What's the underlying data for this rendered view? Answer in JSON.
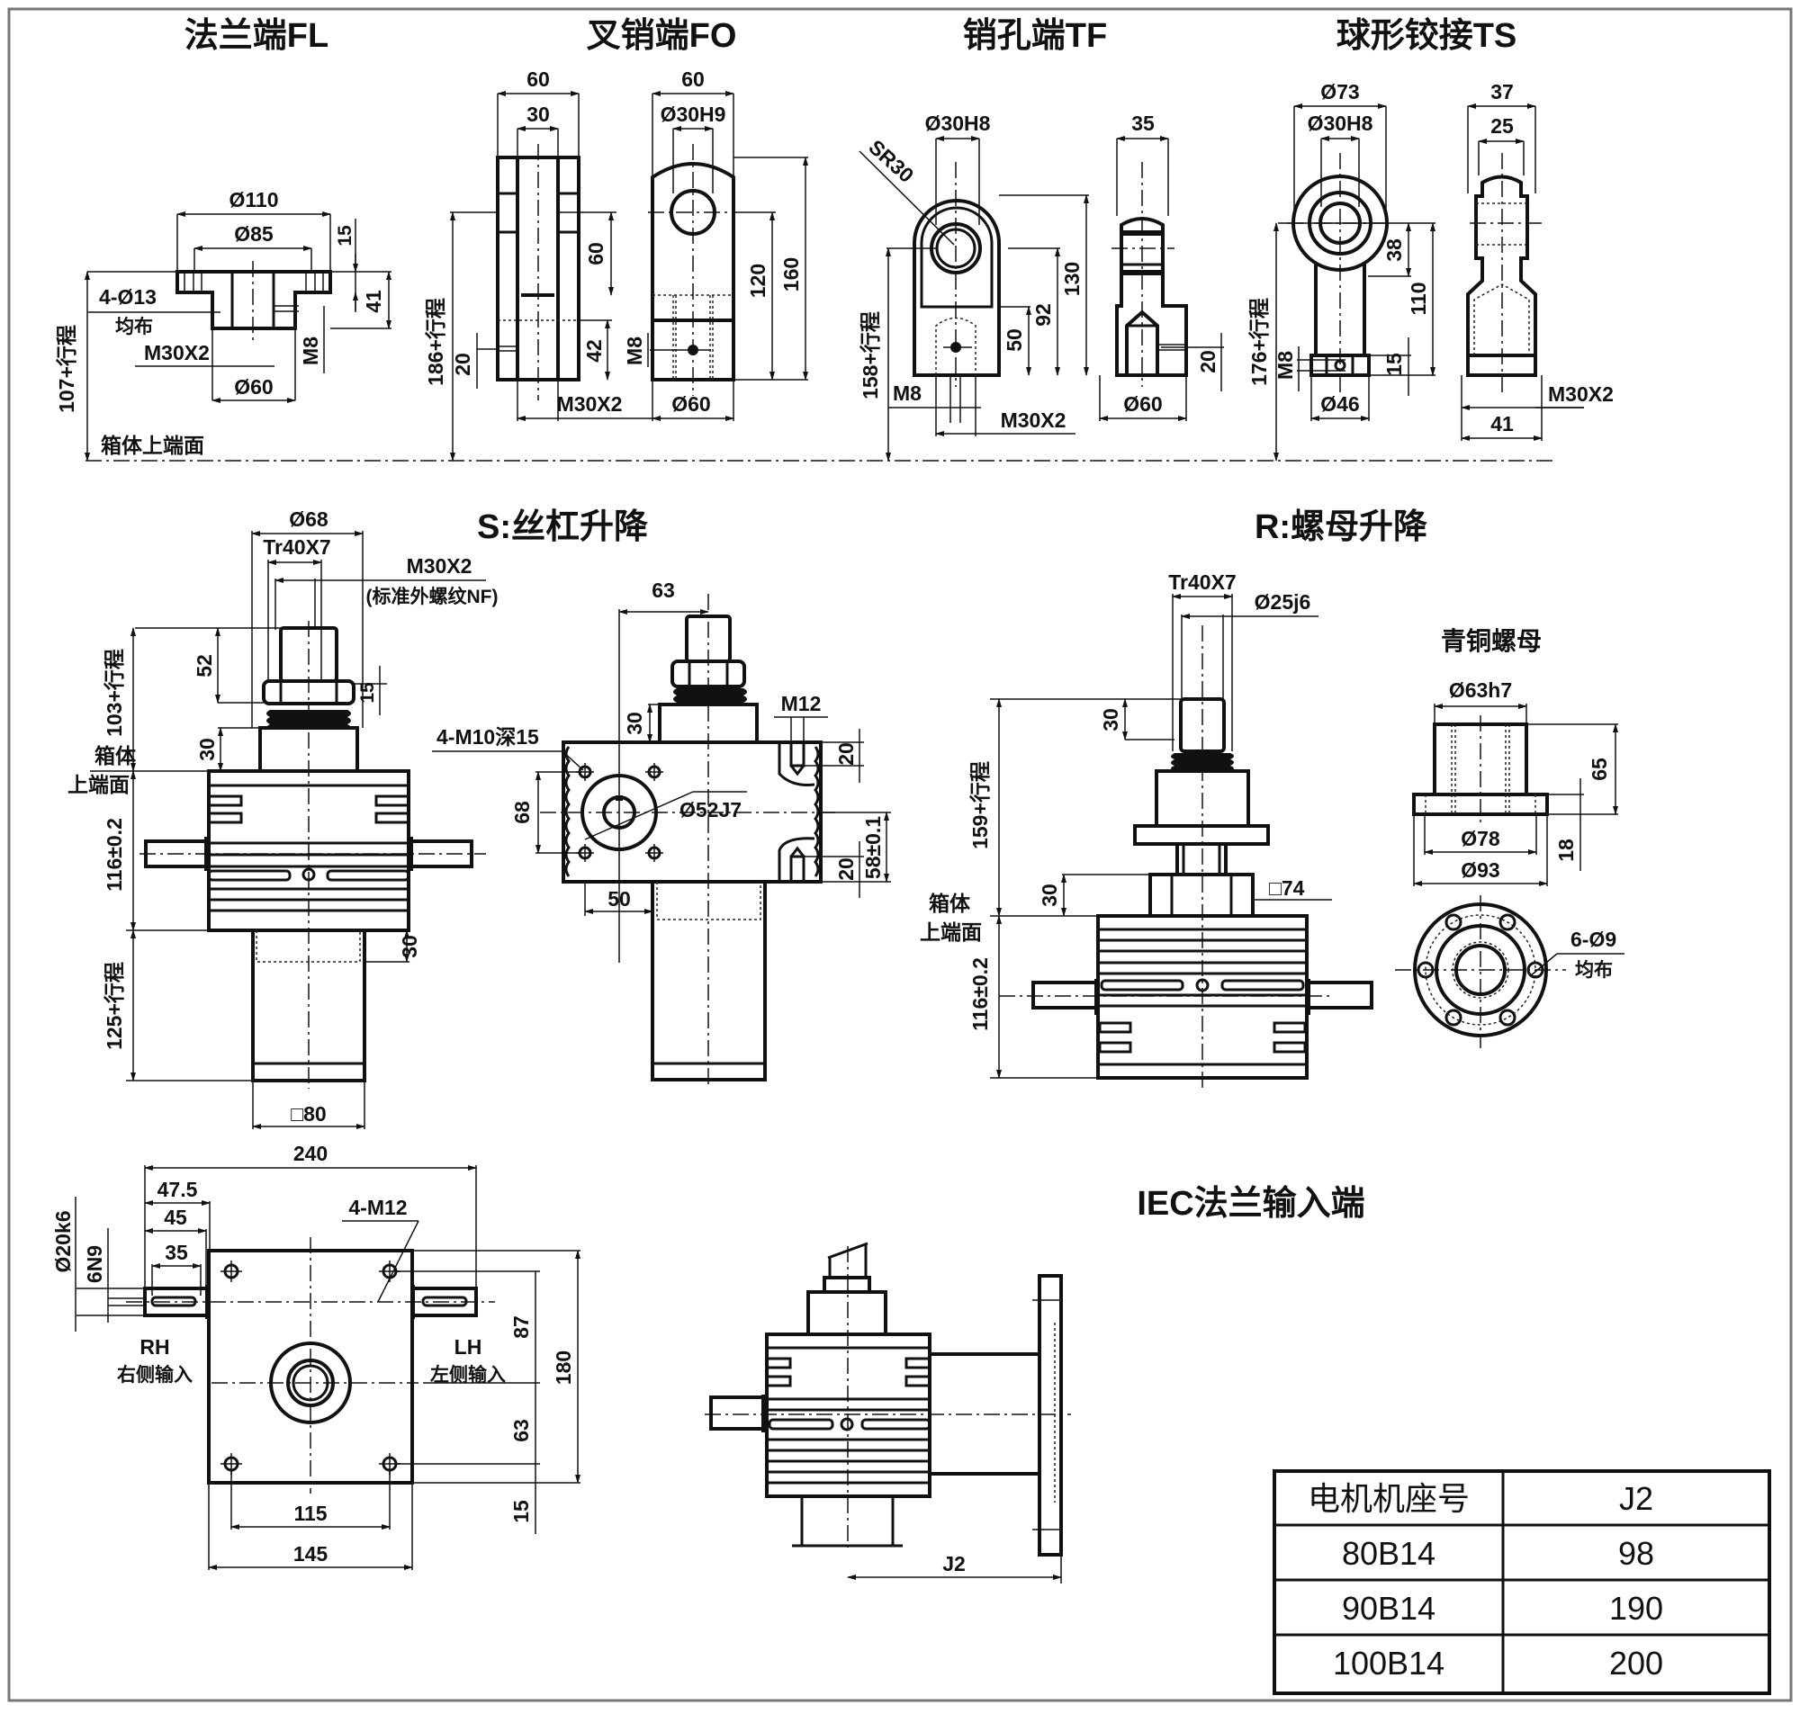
{
  "titles": {
    "fl": "法兰端FL",
    "fo": "叉销端FO",
    "tf": "销孔端TF",
    "ts": "球形铰接TS",
    "s": "S:丝杠升降",
    "r": "R:螺母升降",
    "bronze_nut": "青铜螺母",
    "iec": "IEC法兰输入端"
  },
  "fl": {
    "d_outer": "Ø110",
    "d_pcd": "Ø85",
    "holes": "4-Ø13",
    "holes_note": "均布",
    "thread": "M30X2",
    "d_body": "Ø60",
    "screw": "M8",
    "h_flange": "15",
    "h_total": "41",
    "stroke": "107+行程",
    "ref_face": "箱体上端面"
  },
  "fo": {
    "w_outer": "60",
    "w_slot": "30",
    "slot_depth": "60",
    "h_lower": "42",
    "h_screw": "20",
    "stroke": "186+行程",
    "w_side": "60",
    "pin": "Ø30H9",
    "h_120": "120",
    "h_160": "160",
    "screw": "M8",
    "thread": "M30X2",
    "d_body": "Ø60"
  },
  "tf": {
    "pin": "Ø30H8",
    "radius": "SR30",
    "h_130": "130",
    "h_92": "92",
    "h_50": "50",
    "stroke": "158+行程",
    "screw": "M8",
    "thread": "M30X2",
    "w_side": "35",
    "h_20": "20",
    "d_body": "Ø60"
  },
  "ts": {
    "d_outer": "Ø73",
    "pin": "Ø30H8",
    "h_38": "38",
    "h_110": "110",
    "h_15": "15",
    "screw": "M8",
    "stroke": "176+行程",
    "d_base": "Ø46",
    "w_37": "37",
    "w_25": "25",
    "thread": "M30X2",
    "w_41": "41"
  },
  "s_view": {
    "d_68": "Ø68",
    "screw": "Tr40X7",
    "thread": "M30X2",
    "thread_note": "(标准外螺纹NF)",
    "h_52": "52",
    "h_15": "15",
    "h_30": "30",
    "stroke_top": "103+行程",
    "ref_face_1": "箱体",
    "ref_face_2": "上端面",
    "box_h": "116±0.2",
    "stroke_bottom": "125+行程",
    "h_30_bottom": "30",
    "square": "□80"
  },
  "s_side": {
    "w_63": "63",
    "holes": "4-M10深15",
    "bore": "Ø52J7",
    "h_68": "68",
    "h_30": "30",
    "w_50": "50",
    "m12": "M12",
    "h_20a": "20",
    "h_20b": "20",
    "h_58": "58±0.1"
  },
  "r_view": {
    "screw": "Tr40X7",
    "shaft": "Ø25j6",
    "h_30a": "30",
    "stroke": "159+行程",
    "h_30b": "30",
    "square": "□74",
    "ref_face_1": "箱体",
    "ref_face_2": "上端面",
    "box_h": "116±0.2"
  },
  "nut": {
    "d_63": "Ø63h7",
    "h_65": "65",
    "d_78": "Ø78",
    "d_93": "Ø93",
    "h_18": "18",
    "holes": "6-Ø9",
    "holes_note": "均布"
  },
  "plan": {
    "w_240": "240",
    "w_47_5": "47.5",
    "w_45": "45",
    "w_35": "35",
    "shaft": "Ø20k6",
    "key": "6N9",
    "holes": "4-M12",
    "rh": "RH",
    "rh_note": "右侧输入",
    "lh": "LH",
    "lh_note": "左侧输入",
    "h_87": "87",
    "h_180": "180",
    "h_63": "63",
    "h_15": "15",
    "w_115": "115",
    "w_145": "145"
  },
  "iec": {
    "dim_j2": "J2"
  },
  "table": {
    "headers": [
      "电机机座号",
      "J2"
    ],
    "rows": [
      [
        "80B14",
        "98"
      ],
      [
        "90B14",
        "190"
      ],
      [
        "100B14",
        "200"
      ]
    ]
  }
}
